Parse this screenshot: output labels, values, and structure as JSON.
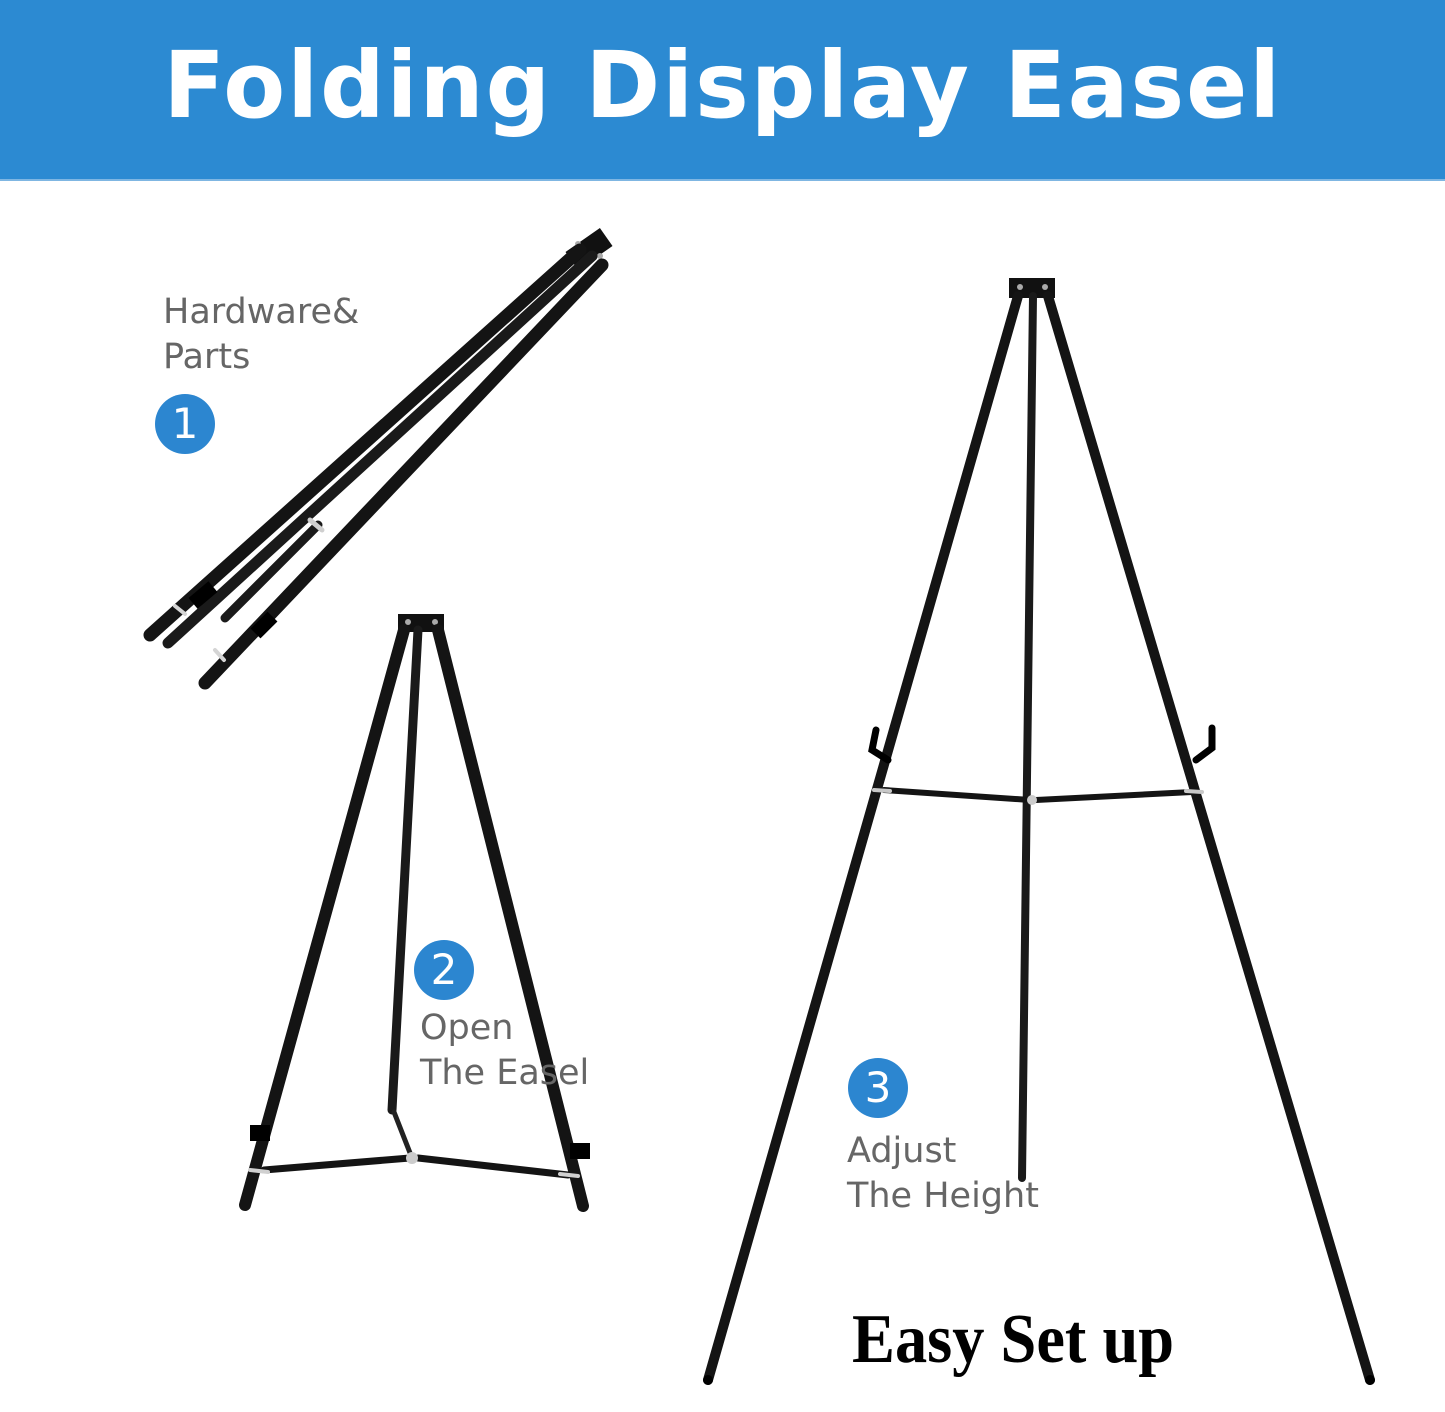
{
  "banner": {
    "title": "Folding Display Easel",
    "background_color": "#2c8ad2",
    "text_color": "#ffffff"
  },
  "steps": [
    {
      "number": "1",
      "line1": "Hardware&",
      "line2": "Parts",
      "illustration": "folded-easel-icon"
    },
    {
      "number": "2",
      "line1": "Open",
      "line2": "The Easel",
      "illustration": "open-small-easel-icon"
    },
    {
      "number": "3",
      "line1": "Adjust",
      "line2": "The Height",
      "illustration": "extended-tall-easel-icon"
    }
  ],
  "badge_color": "#2c86d0",
  "label_color": "#666666",
  "tagline": "Easy Set up"
}
